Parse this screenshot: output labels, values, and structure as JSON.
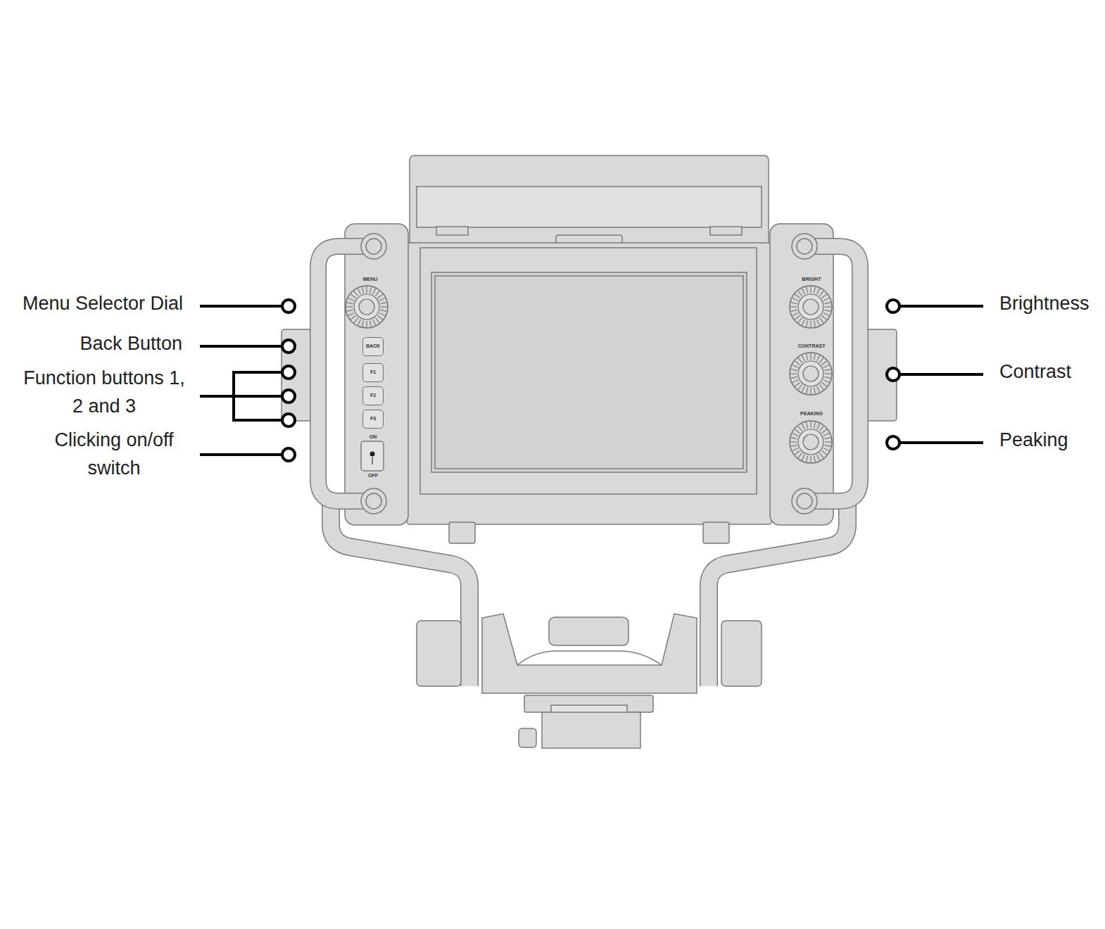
{
  "diagram": {
    "nodes": [
      {
        "text": [
          "BACK"
        ]
      },
      {
        "text": [
          "F1"
        ]
      },
      {
        "text": [
          "F2"
        ]
      },
      {
        "text": [
          "F3"
        ]
      }
    ],
    "labels": [
      "Menu Selector Dial",
      "Back Button",
      "Function buttons 1, 2 and 3",
      "Clicking on/off switch",
      "Brightness",
      "Contrast",
      "Peaking",
      "MENU",
      "ON",
      "OFF",
      "BRIGHT",
      "CONTRAST",
      "PEAKING"
    ]
  }
}
